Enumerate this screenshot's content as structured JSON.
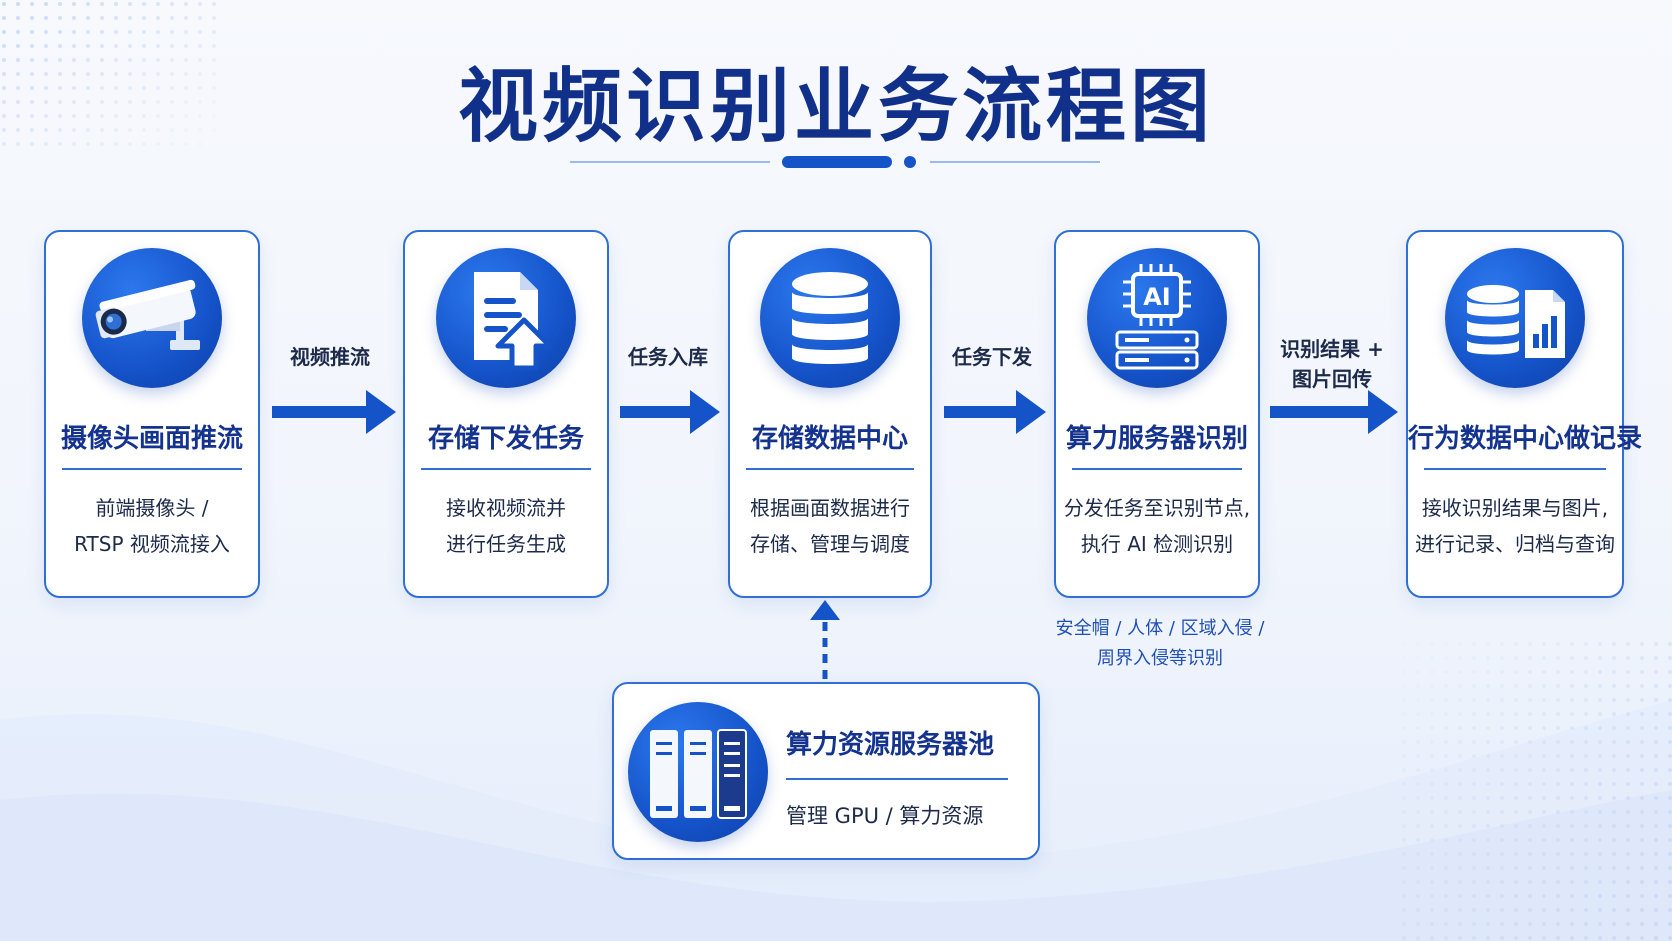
{
  "title": "视频识别业务流程图",
  "colors": {
    "brand": "#10308a",
    "accent": "#1553c9",
    "border": "#2f6fd6",
    "note": "#1f4fb5"
  },
  "steps": [
    {
      "icon": "security-camera-icon",
      "title": "摄像头画面推流",
      "desc_line1": "前端摄像头 /",
      "desc_line2": "RTSP 视频流接入"
    },
    {
      "icon": "document-upload-icon",
      "title": "存储下发任务",
      "desc_line1": "接收视频流并",
      "desc_line2": "进行任务生成"
    },
    {
      "icon": "database-icon",
      "title": "存储数据中心",
      "desc_line1": "根据画面数据进行",
      "desc_line2": "存储、管理与调度"
    },
    {
      "icon": "ai-chip-server-icon",
      "title": "算力服务器识别",
      "desc_line1": "分发任务至识别节点,",
      "desc_line2": "执行 AI 检测识别"
    },
    {
      "icon": "database-report-icon",
      "title": "行为数据中心做记录",
      "desc_line1": "接收识别结果与图片,",
      "desc_line2": "进行记录、归档与查询"
    }
  ],
  "arrows": [
    {
      "line1": "视频推流",
      "line2": ""
    },
    {
      "line1": "任务入库",
      "line2": ""
    },
    {
      "line1": "任务下发",
      "line2": ""
    },
    {
      "line1": "识别结果 +",
      "line2": "图片回传"
    }
  ],
  "recognition_note": {
    "line1": "安全帽 / 人体 / 区域入侵 /",
    "line2": "周界入侵等识别"
  },
  "pool": {
    "icon": "server-rack-icon",
    "title": "算力资源服务器池",
    "desc": "管理 GPU / 算力资源"
  }
}
